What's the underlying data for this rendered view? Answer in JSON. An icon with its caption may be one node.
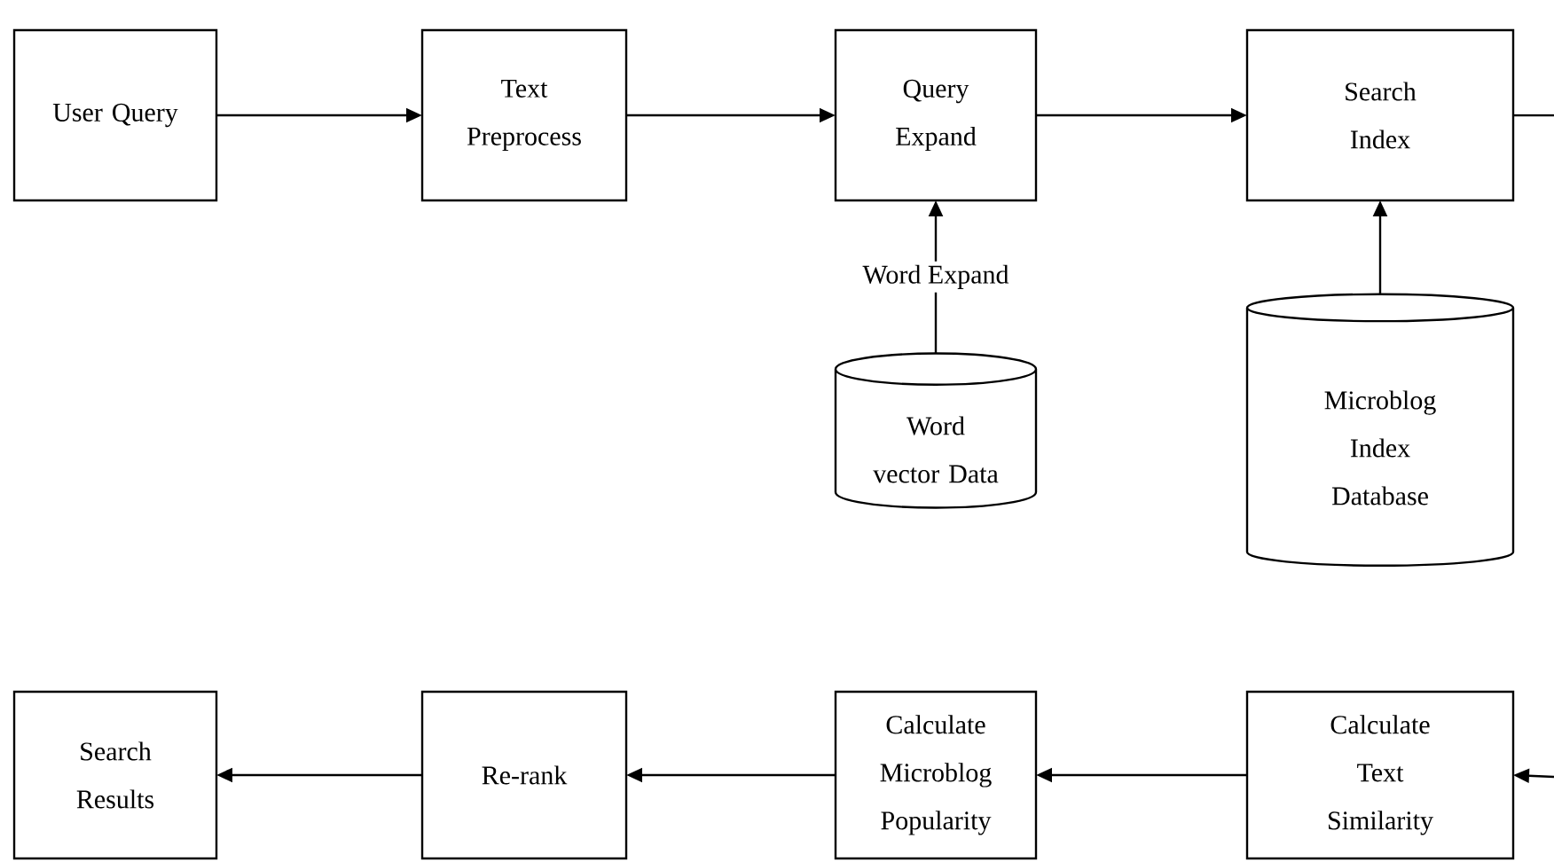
{
  "diagram": {
    "nodes": [
      {
        "text": [
          "User Query"
        ]
      },
      {
        "text": [
          "Text Preprocess"
        ]
      },
      {
        "text": [
          "Query Expand"
        ]
      },
      {
        "text": [
          "Search Index"
        ]
      },
      {
        "text": [
          "Word vector Data"
        ]
      },
      {
        "text": [
          "Microblog Index Database"
        ]
      },
      {
        "text": [
          "Search Results"
        ]
      },
      {
        "text": [
          "Re-rank"
        ]
      },
      {
        "text": [
          "Calculate Microblog Popularity"
        ]
      },
      {
        "text": [
          "Calculate Text Similarity"
        ]
      }
    ],
    "edges": [
      {
        "from": 0,
        "to": 1,
        "arrow": "to"
      },
      {
        "from": 1,
        "to": 2,
        "arrow": "to"
      },
      {
        "from": 2,
        "to": 3,
        "arrow": "to"
      },
      {
        "from": 4,
        "to": 2,
        "arrow": "to",
        "label": "Word Expand"
      },
      {
        "from": 5,
        "to": 3,
        "arrow": "to"
      },
      {
        "from": 3,
        "to": null,
        "arrow": "none"
      },
      {
        "from": null,
        "to": 9,
        "arrow": "to"
      },
      {
        "from": 9,
        "to": 8,
        "arrow": "to"
      },
      {
        "from": 8,
        "to": 7,
        "arrow": "to"
      },
      {
        "from": 7,
        "to": 6,
        "arrow": "to"
      }
    ]
  }
}
